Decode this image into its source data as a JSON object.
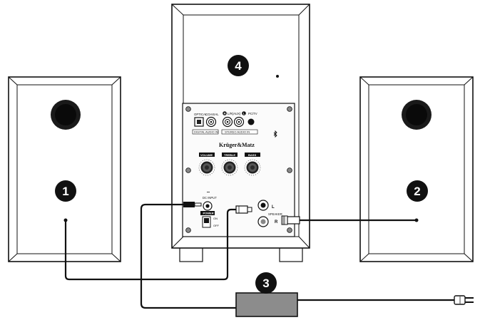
{
  "callouts": {
    "c1": "1",
    "c2": "2",
    "c3": "3",
    "c4": "4"
  },
  "panel": {
    "brand": "Krüger&Matz",
    "optical": "OPTICAL",
    "coaxial": "COAXIAL",
    "digital_audio_in": "DIGITAL AUDIO IN",
    "aux_r": "R",
    "aux_label": "L/R(AUX)",
    "aux_l": "L",
    "pc_tv": "PC/TV",
    "stereo_audio_in": "STEREO AUDIO IN",
    "knob_volume": "VOLUME",
    "knob_treble": "TREBLE",
    "knob_bass": "BASS",
    "dc_input": "DC INPUT",
    "power": "POWER",
    "on": "ON",
    "off": "OFF",
    "speaker_l": "L",
    "speaker": "SPEAKER",
    "speaker_r": "R"
  },
  "colors": {
    "line": "#111111",
    "adapter": "#8c8c8c",
    "callout_bg": "#111111"
  }
}
